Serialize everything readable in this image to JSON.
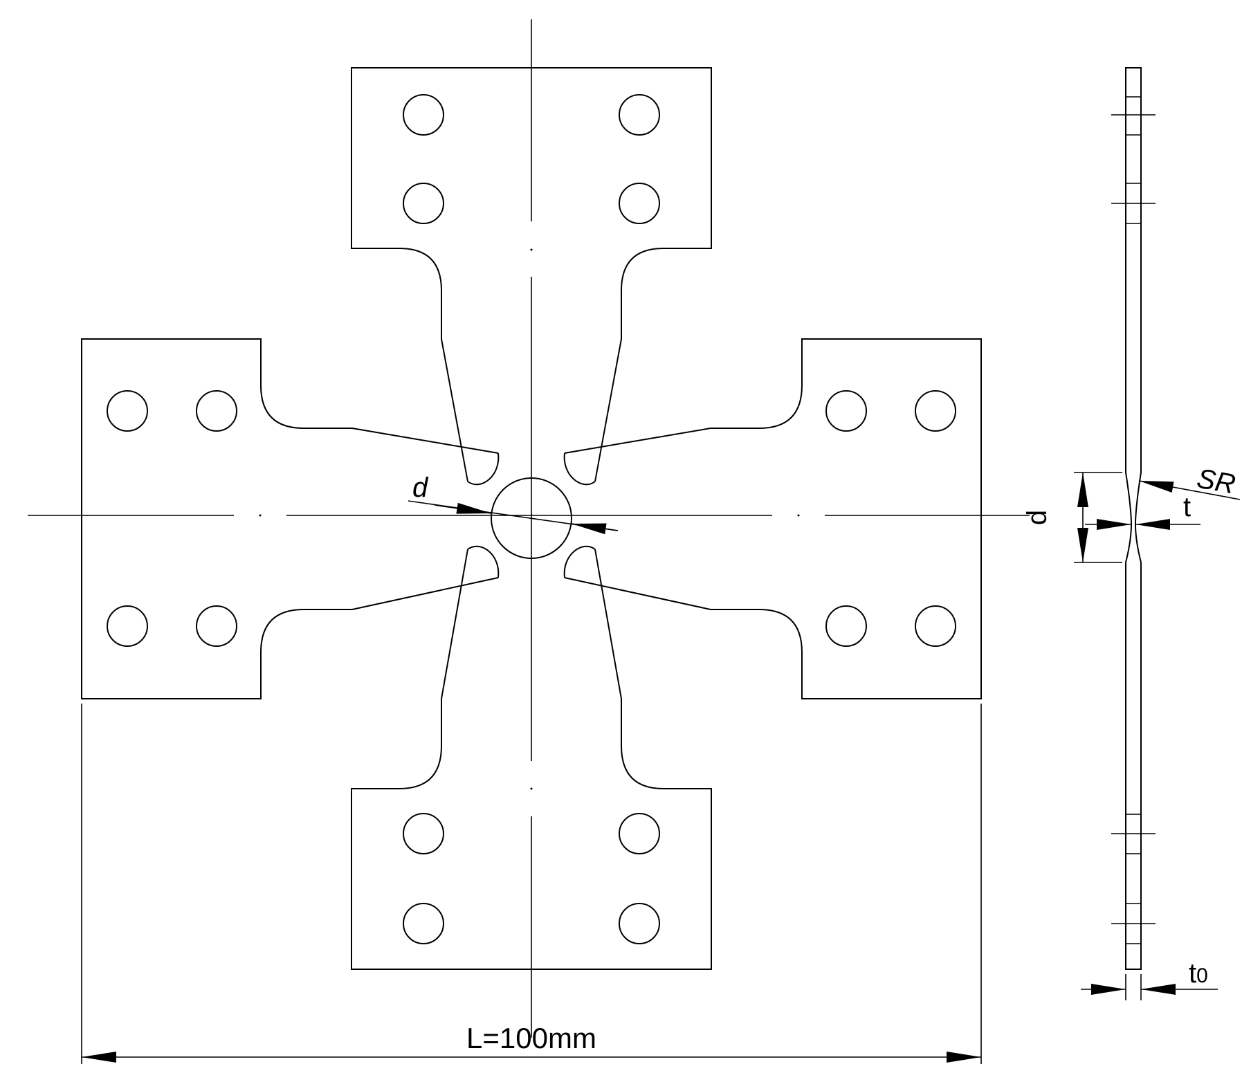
{
  "labels": {
    "length": "L=100mm",
    "center_diameter": "d",
    "side_diameter": "d",
    "sphere_radius": "SR",
    "neck_thickness": "t",
    "initial_thickness_main": "t",
    "initial_thickness_sub": "0"
  },
  "colors": {
    "stroke": "#000000",
    "background": "#ffffff"
  }
}
